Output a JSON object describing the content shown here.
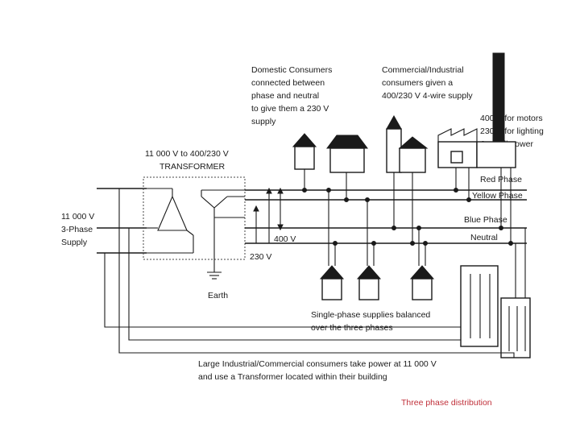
{
  "labels": {
    "supply_line1": "11 000 V",
    "supply_line2": "3-Phase",
    "supply_line3": "Supply",
    "transformer_line1": "11 000 V to 400/230 V",
    "transformer_line2": "TRANSFORMER",
    "earth": "Earth",
    "v400": "400 V",
    "v230": "230 V",
    "domestic_line1": "Domestic Consumers",
    "domestic_line2": "connected between",
    "domestic_line3": "phase and neutral",
    "domestic_line4": "to give them a 230 V",
    "domestic_line5": "supply",
    "commercial_line1": "Commercial/Industrial",
    "commercial_line2": "consumers given a",
    "commercial_line3": "400/230 V 4-wire supply",
    "motors_line1": "400 V for motors",
    "motors_line2": "230 V for lighting",
    "motors_line3": "& small power",
    "red_phase": "Red Phase",
    "yellow_phase": "Yellow Phase",
    "blue_phase": "Blue Phase",
    "neutral": "Neutral",
    "single_line1": "Single-phase supplies balanced",
    "single_line2": "over the three phases",
    "large_line1": "Large Industrial/Commercial consumers take power at 11 000 V",
    "large_line2": "and use a Transformer located within their building",
    "caption": "Three phase distribution"
  },
  "colors": {
    "ink": "#1a1a1a",
    "caption": "#c0303a"
  }
}
